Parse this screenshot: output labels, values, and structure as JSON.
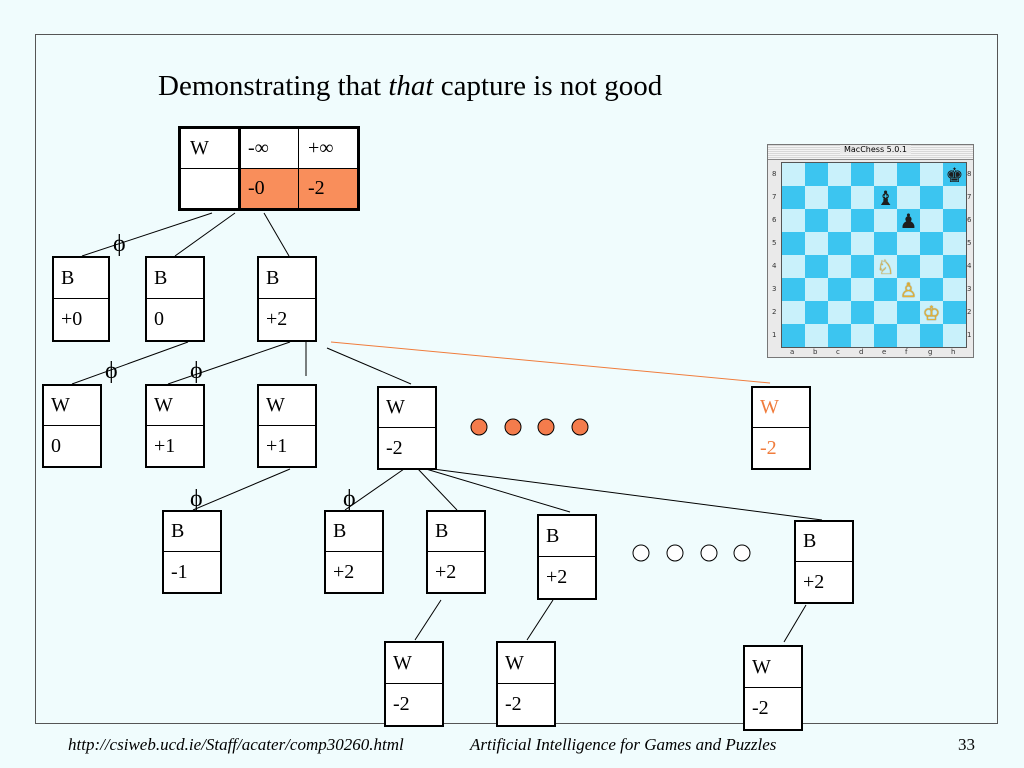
{
  "title": {
    "before": "Demonstrating that ",
    "italic": "that",
    "after": " capture is not good"
  },
  "root": {
    "player": "W",
    "alpha": "-∞",
    "beta": "+∞",
    "value1": "-0",
    "value2": "-2"
  },
  "cutoff_symbol": "ϕ",
  "nodes": {
    "b1": {
      "player": "B",
      "value": "+0"
    },
    "b2": {
      "player": "B",
      "value": "0"
    },
    "b3": {
      "player": "B",
      "value": "+2"
    },
    "w1": {
      "player": "W",
      "value": "0"
    },
    "w2": {
      "player": "W",
      "value": "+1"
    },
    "w3": {
      "player": "W",
      "value": "+1"
    },
    "w4": {
      "player": "W",
      "value": "-2"
    },
    "w5": {
      "player": "W",
      "value": "-2"
    },
    "b4": {
      "player": "B",
      "value": "-1"
    },
    "b5": {
      "player": "B",
      "value": "+2"
    },
    "b6": {
      "player": "B",
      "value": "+2"
    },
    "b7": {
      "player": "B",
      "value": "+2"
    },
    "b8": {
      "player": "B",
      "value": "+2"
    },
    "w6": {
      "player": "W",
      "value": "-2"
    },
    "w7": {
      "player": "W",
      "value": "-2"
    },
    "w8": {
      "player": "W",
      "value": "-2"
    }
  },
  "colors": {
    "highlight": "#f98e5b",
    "orange_text": "#f07c3c",
    "filled_dot": "#f47c4c"
  },
  "chess_window": {
    "title": "MacChess 5.0.1",
    "files": [
      "a",
      "b",
      "c",
      "d",
      "e",
      "f",
      "g",
      "h"
    ],
    "ranks": [
      "8",
      "7",
      "6",
      "5",
      "4",
      "3",
      "2",
      "1"
    ],
    "pieces": [
      {
        "square": "h8",
        "glyph": "♚",
        "color": "black"
      },
      {
        "square": "e7",
        "glyph": "♝",
        "color": "black"
      },
      {
        "square": "f6",
        "glyph": "♟",
        "color": "black"
      },
      {
        "square": "e4",
        "glyph": "♘",
        "color": "white"
      },
      {
        "square": "f3",
        "glyph": "♙",
        "color": "white"
      },
      {
        "square": "g2",
        "glyph": "♔",
        "color": "white"
      }
    ]
  },
  "footer": {
    "url": "http://csiweb.ucd.ie/Staff/acater/comp30260.html",
    "course": "Artificial Intelligence for Games and Puzzles",
    "page": "33"
  }
}
